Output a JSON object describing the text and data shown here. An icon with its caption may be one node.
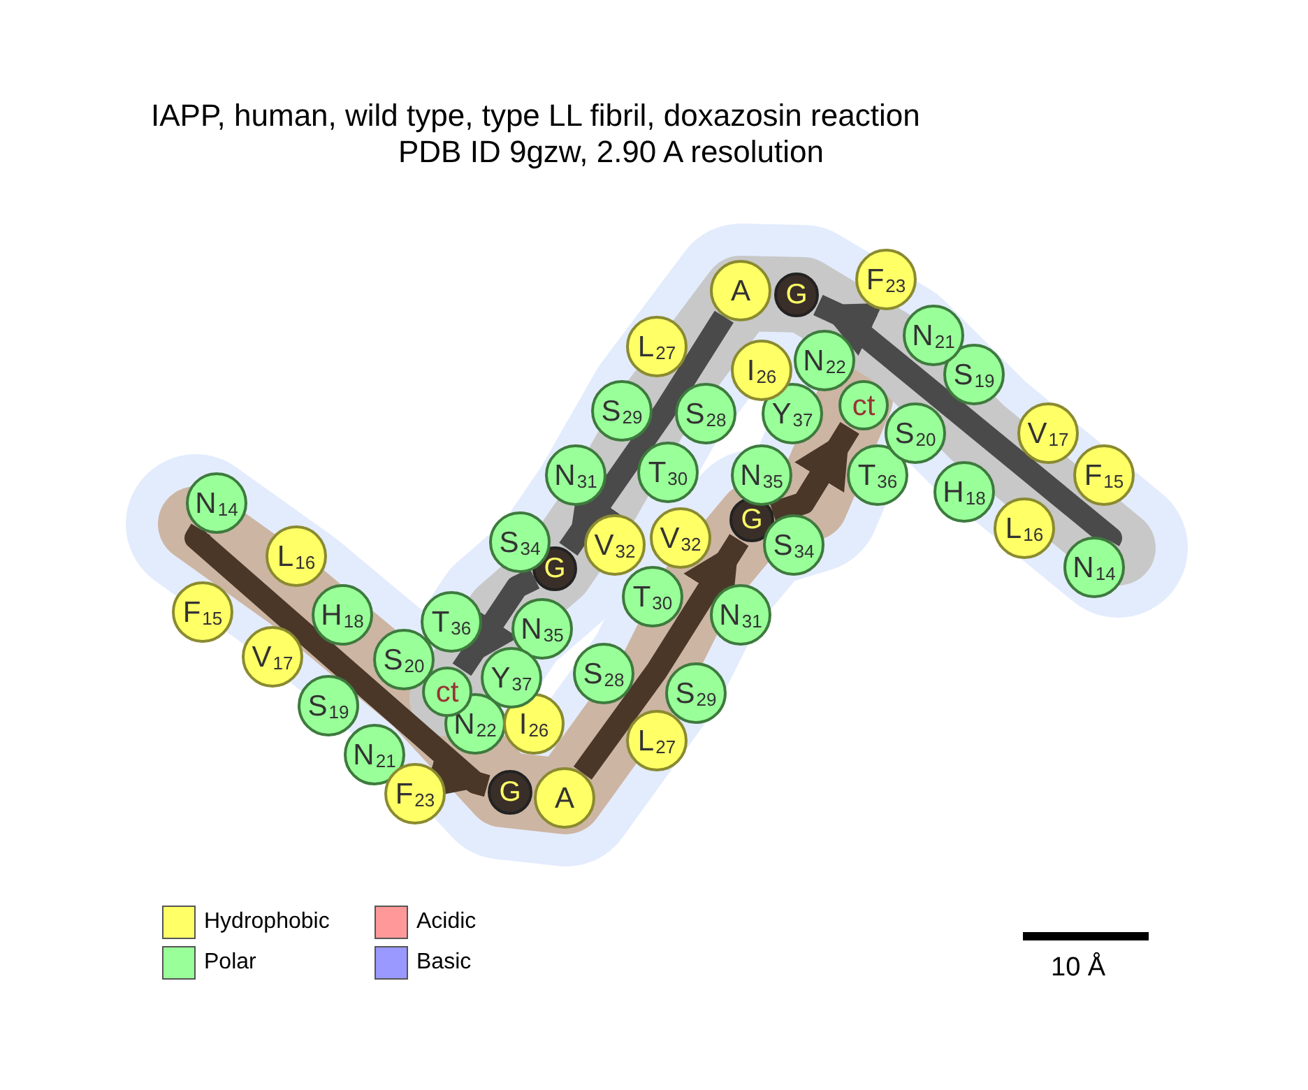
{
  "diagram": {
    "title": "IAPP, human, wild type, type LL fibril, doxazosin reaction",
    "nodes": [
      {
        "text": [
          "N",
          "14"
        ]
      },
      {
        "text": [
          "F",
          "15"
        ]
      },
      {
        "text": [
          "L",
          "16"
        ]
      },
      {
        "text": [
          "V",
          "17"
        ]
      },
      {
        "text": [
          "H",
          "18"
        ]
      },
      {
        "text": [
          "S",
          "19"
        ]
      },
      {
        "text": [
          "S",
          "20"
        ]
      },
      {
        "text": [
          "N",
          "21"
        ]
      },
      {
        "text": [
          "N",
          "22"
        ]
      },
      {
        "text": [
          "F",
          "23"
        ]
      },
      {
        "text": [
          "G"
        ]
      },
      {
        "text": [
          "A"
        ]
      },
      {
        "text": [
          "I",
          "26"
        ]
      },
      {
        "text": [
          "L",
          "27"
        ]
      },
      {
        "text": [
          "S",
          "28"
        ]
      },
      {
        "text": [
          "S",
          "29"
        ]
      },
      {
        "text": [
          "T",
          "30"
        ]
      },
      {
        "text": [
          "N",
          "31"
        ]
      },
      {
        "text": [
          "V",
          "32"
        ]
      },
      {
        "text": [
          "G"
        ]
      },
      {
        "text": [
          "S",
          "34"
        ]
      },
      {
        "text": [
          "N",
          "35"
        ]
      },
      {
        "text": [
          "T",
          "36"
        ]
      },
      {
        "text": [
          "Y",
          "37"
        ]
      },
      {
        "text": [
          "ct"
        ]
      },
      {
        "text": [
          "N",
          "14"
        ]
      },
      {
        "text": [
          "F",
          "15"
        ]
      },
      {
        "text": [
          "L",
          "16"
        ]
      },
      {
        "text": [
          "V",
          "17"
        ]
      },
      {
        "text": [
          "H",
          "18"
        ]
      },
      {
        "text": [
          "S",
          "19"
        ]
      },
      {
        "text": [
          "S",
          "20"
        ]
      },
      {
        "text": [
          "N",
          "21"
        ]
      },
      {
        "text": [
          "N",
          "22"
        ]
      },
      {
        "text": [
          "F",
          "23"
        ]
      },
      {
        "text": [
          "G"
        ]
      },
      {
        "text": [
          "A"
        ]
      },
      {
        "text": [
          "I",
          "26"
        ]
      },
      {
        "text": [
          "L",
          "27"
        ]
      },
      {
        "text": [
          "S",
          "28"
        ]
      },
      {
        "text": [
          "S",
          "29"
        ]
      },
      {
        "text": [
          "T",
          "30"
        ]
      },
      {
        "text": [
          "N",
          "31"
        ]
      },
      {
        "text": [
          "V",
          "32"
        ]
      },
      {
        "text": [
          "G"
        ]
      },
      {
        "text": [
          "S",
          "34"
        ]
      },
      {
        "text": [
          "N",
          "35"
        ]
      },
      {
        "text": [
          "T",
          "36"
        ]
      },
      {
        "text": [
          "Y",
          "37"
        ]
      },
      {
        "text": [
          "ct"
        ]
      }
    ],
    "edges": [
      {
        "from": 0,
        "to": 10,
        "arrow": "to"
      },
      {
        "from": 11,
        "to": 19,
        "arrow": "to"
      },
      {
        "from": 19,
        "to": 24,
        "arrow": "to"
      },
      {
        "from": 25,
        "to": 35,
        "arrow": "to",
        "color": "#4a4a4a"
      },
      {
        "from": 36,
        "to": 44,
        "arrow": "to",
        "color": "#4a4a4a"
      },
      {
        "from": 44,
        "to": 49,
        "arrow": "to",
        "color": "#4a4a4a"
      }
    ],
    "labels": [
      "PDB ID 9gzw, 2.90 A resolution",
      "10 Å"
    ],
    "legend": [
      {
        "text": "Hydrophobic",
        "color": "#ffff66"
      },
      {
        "text": "Polar",
        "color": "#99ff99"
      },
      {
        "text": "Acidic",
        "color": "#ff9999"
      },
      {
        "text": "Basic",
        "color": "#9999ff"
      }
    ]
  }
}
